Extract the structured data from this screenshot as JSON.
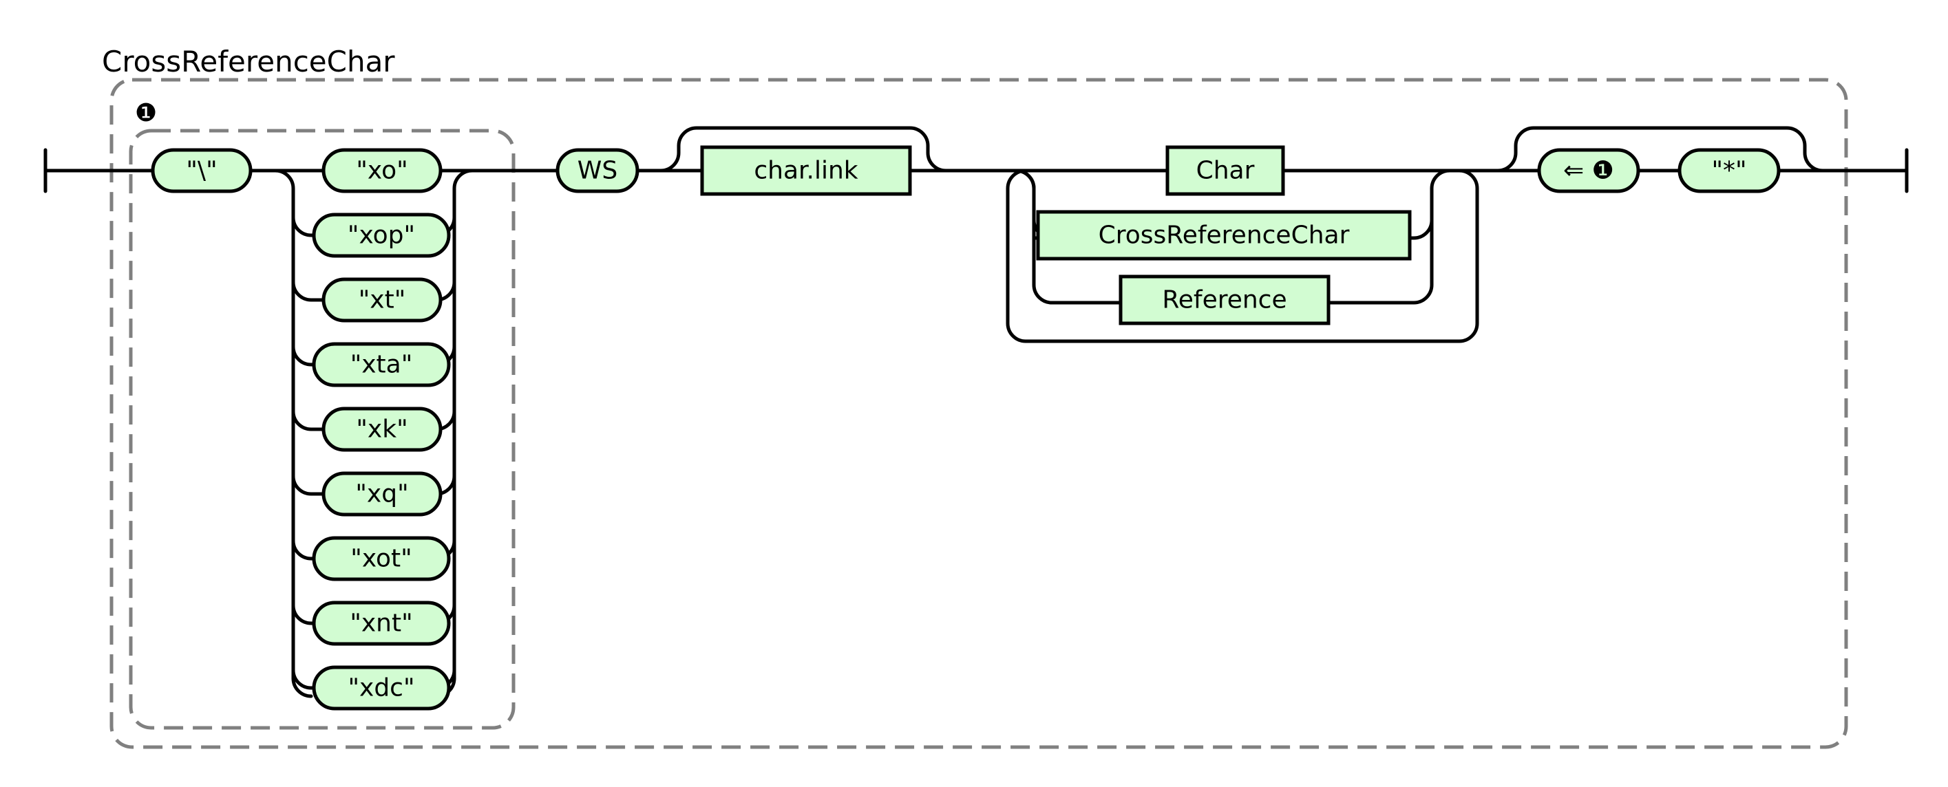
{
  "rule": {
    "name": "CrossReferenceChar",
    "group_marker": "❶"
  },
  "nodes": {
    "backslash": "\"\\\"",
    "xo": "\"xo\"",
    "xop": "\"xop\"",
    "xt": "\"xt\"",
    "xta": "\"xta\"",
    "xk": "\"xk\"",
    "xq": "\"xq\"",
    "xot": "\"xot\"",
    "xnt": "\"xnt\"",
    "xdc": "\"xdc\"",
    "ws": "WS",
    "char_link": "char.link",
    "char": "Char",
    "cross_reference_char": "CrossReferenceChar",
    "reference": "Reference",
    "backref": "⇐ ❶",
    "star": "\"*\""
  },
  "colors": {
    "node_fill": "#d2fcd2",
    "stroke": "#000000",
    "group_border": "#808080"
  }
}
